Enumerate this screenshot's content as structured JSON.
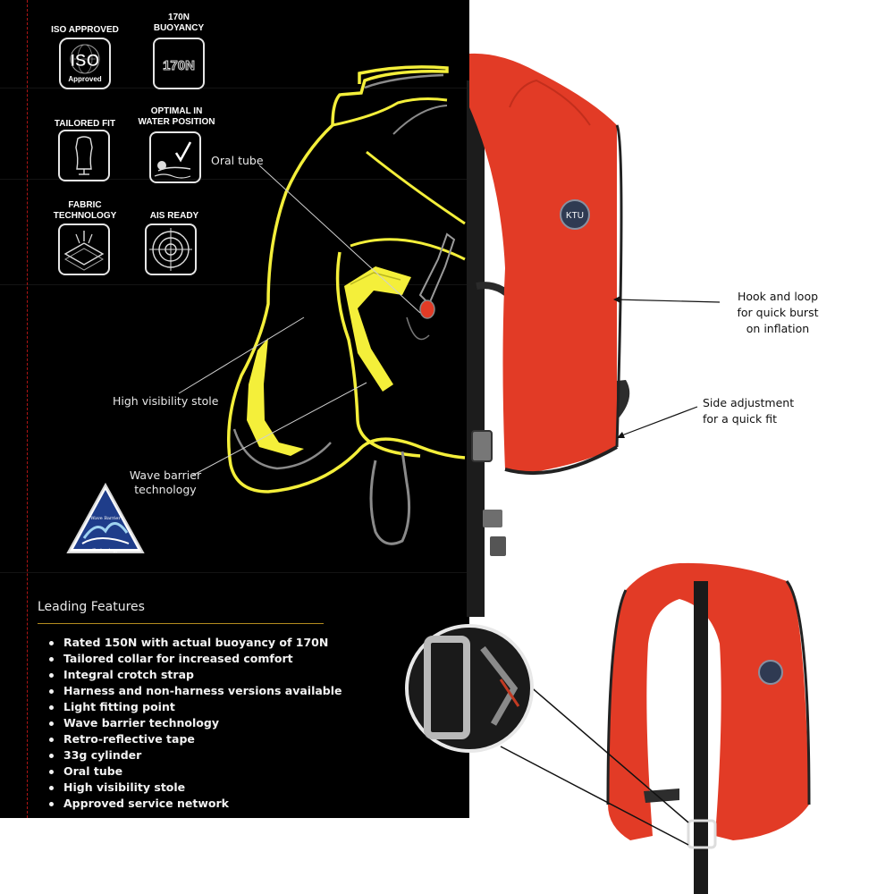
{
  "badges": [
    {
      "label": "ISO APPROVED",
      "icon": "iso-approved-icon",
      "inner": "ISO",
      "inner_sub": "Approved"
    },
    {
      "label": "170N\nBUOYANCY",
      "icon": "buoyancy-icon",
      "inner": "170N"
    },
    {
      "label": "TAILORED FIT",
      "icon": "tailored-fit-icon"
    },
    {
      "label": "OPTIMAL IN\nWATER POSITION",
      "icon": "water-position-icon"
    },
    {
      "label": "FABRIC\nTECHNOLOGY",
      "icon": "fabric-technology-icon"
    },
    {
      "label": "AIS READY",
      "icon": "ais-target-icon"
    }
  ],
  "callouts": {
    "oral_tube": "Oral tube",
    "high_vis": "High visibility stole",
    "wave_barrier": "Wave barrier\ntechnology",
    "hook_loop": "Hook and loop\nfor quick burst\non inflation",
    "side_adjust": "Side adjustment\nfor a quick fit"
  },
  "wave_badge": {
    "top": "Wave Barrier",
    "bottom": "Technology",
    "icon": "wave-barrier-logo"
  },
  "vest_logo": "KTU",
  "features": {
    "title": "Leading Features",
    "items": [
      "Rated 150N with actual buoyancy of 170N",
      "Tailored collar for increased comfort",
      "Integral crotch strap",
      "Harness and non-harness versions available",
      "Light fitting point",
      "Wave barrier technology",
      "Retro-reflective tape",
      "33g cylinder",
      "Oral tube",
      "High visibility stole",
      "Approved service network"
    ]
  },
  "colors": {
    "vest_red": "#e23b26",
    "highlight_yellow": "#f4ef3a",
    "panel": "#000000",
    "accent_rule": "#b38b1e"
  }
}
